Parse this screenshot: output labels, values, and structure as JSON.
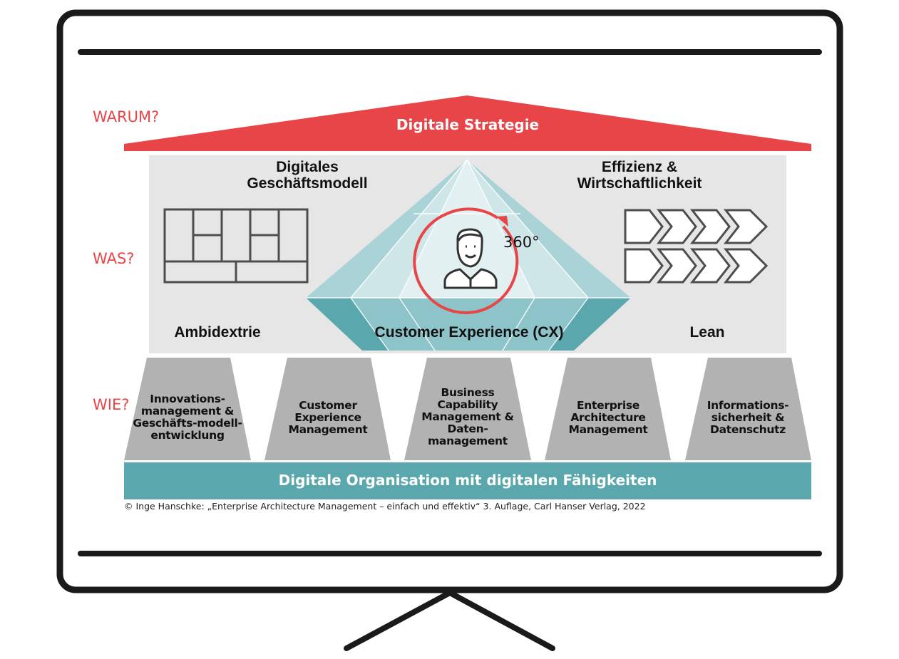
{
  "labels": {
    "warum": "WARUM?",
    "was": "WAS?",
    "wie": "WIE?"
  },
  "roof": "Digitale Strategie",
  "headers": {
    "left": [
      "Digitales",
      "Geschäftsmodell"
    ],
    "right": [
      "Effizienz &",
      "Wirtschaftlichkeit"
    ]
  },
  "bottom_labels": {
    "left": "Ambidextrie",
    "center": "Customer Experience (CX)",
    "right": "Lean"
  },
  "degree": "360°",
  "pillars": [
    [
      "Innovations-",
      "management &",
      "Geschäfts-modell-",
      "entwicklung"
    ],
    [
      "Customer",
      "Experience",
      "Management"
    ],
    [
      "Business",
      "Capability",
      "Management &",
      "Daten-",
      "management"
    ],
    [
      "Enterprise",
      "Architecture",
      "Management"
    ],
    [
      "Informations-",
      "sicherheit &",
      "Datenschutz"
    ]
  ],
  "base": "Digitale Organisation mit digitalen Fähigkeiten",
  "copyright": "© Inge Hanschke: „Enterprise Architecture Management – einfach und effektiv“ 3. Auflage, Carl Hanser Verlag, 2022",
  "colors": {
    "red": "#e84548",
    "teal": "#5ba7ae",
    "grey_panel": "#e6e6e6",
    "pillar_grey": "#b2b2b2"
  }
}
